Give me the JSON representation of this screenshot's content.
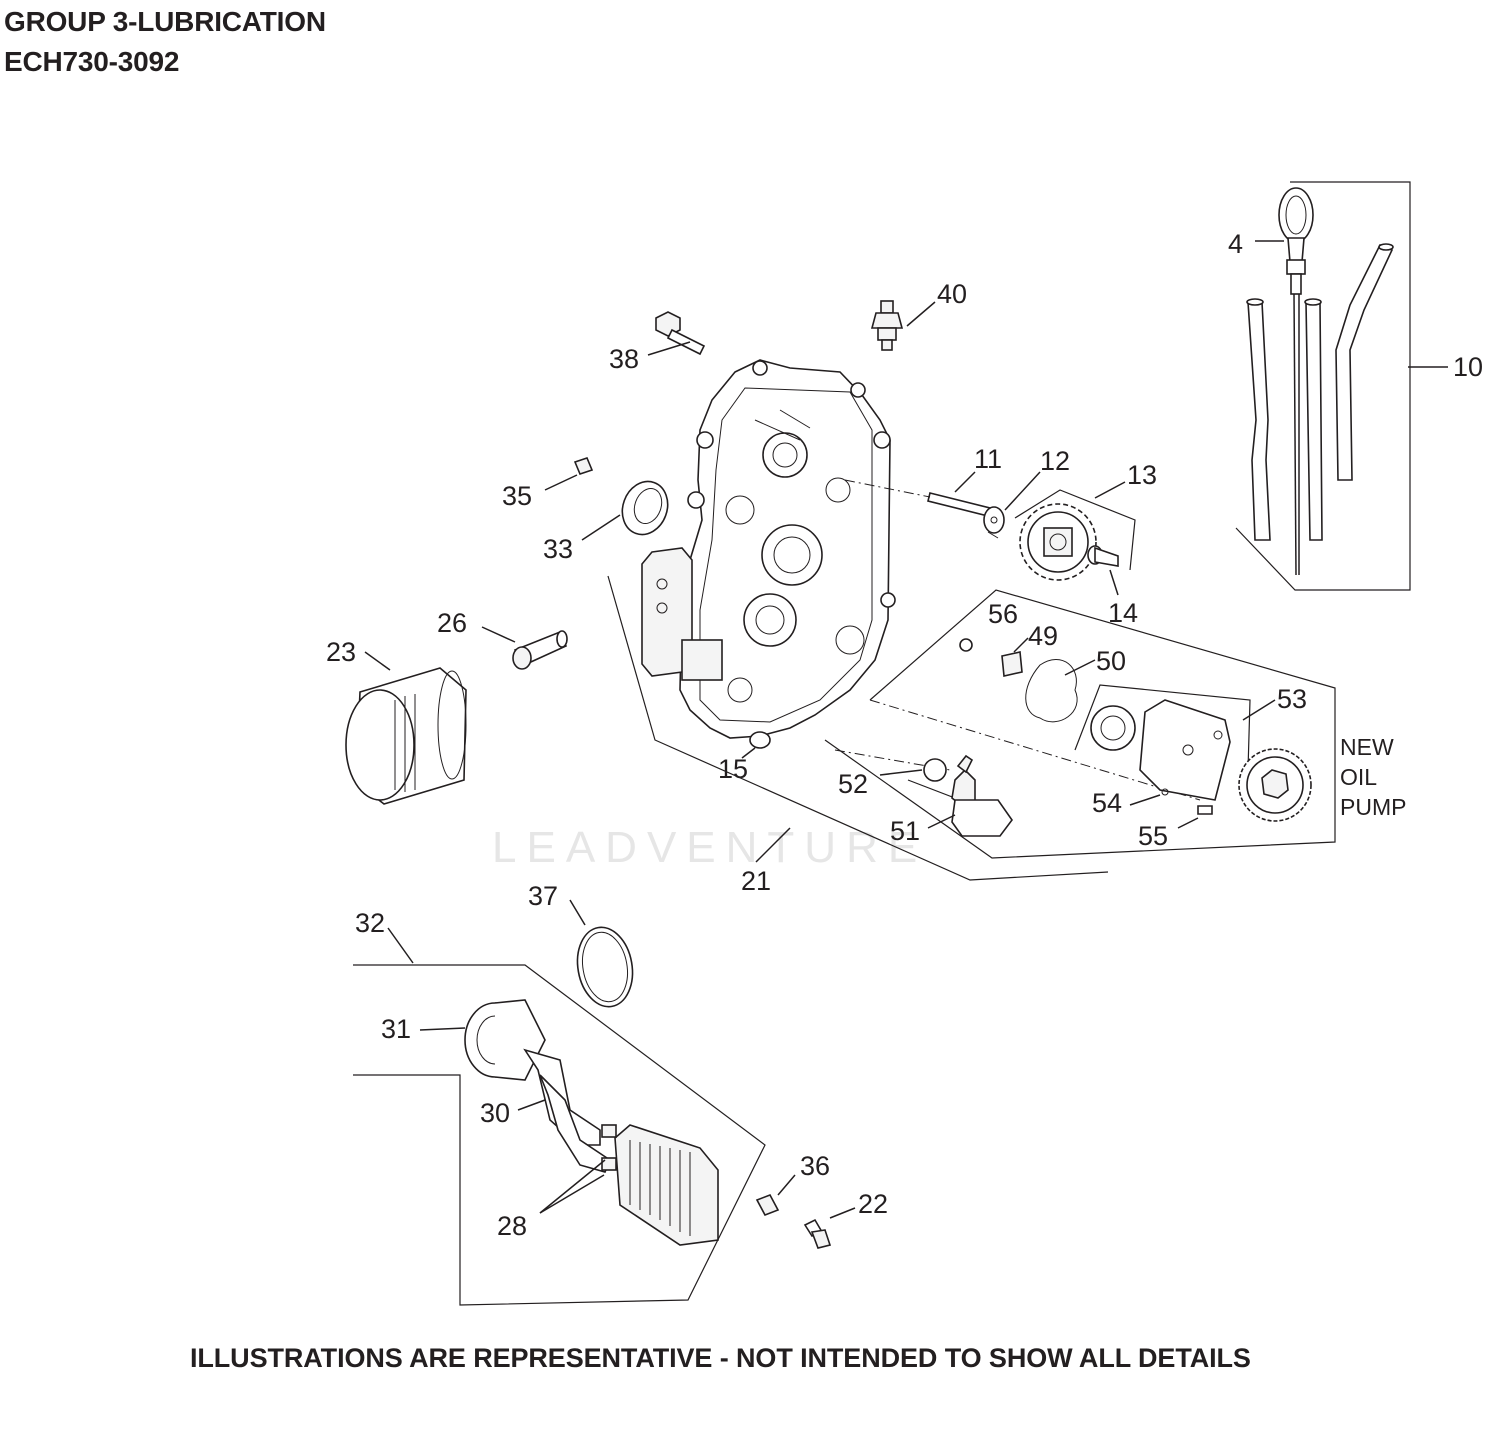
{
  "title": {
    "line1": "GROUP 3-LUBRICATION",
    "line2": "ECH730-3092"
  },
  "footer": "ILLUSTRATIONS ARE REPRESENTATIVE - NOT INTENDED TO SHOW ALL DETAILS",
  "watermark": "LEADVENTURE",
  "note": {
    "line1": "NEW",
    "line2": "OIL",
    "line3": "PUMP"
  },
  "callouts": {
    "c4": "4",
    "c10": "10",
    "c11": "11",
    "c12": "12",
    "c13": "13",
    "c14": "14",
    "c15": "15",
    "c21": "21",
    "c22": "22",
    "c23": "23",
    "c26": "26",
    "c28": "28",
    "c30": "30",
    "c31": "31",
    "c32": "32",
    "c33": "33",
    "c35": "35",
    "c36": "36",
    "c37": "37",
    "c38": "38",
    "c40": "40",
    "c49": "49",
    "c50": "50",
    "c51": "51",
    "c52": "52",
    "c53": "53",
    "c54": "54",
    "c55": "55",
    "c56": "56"
  }
}
